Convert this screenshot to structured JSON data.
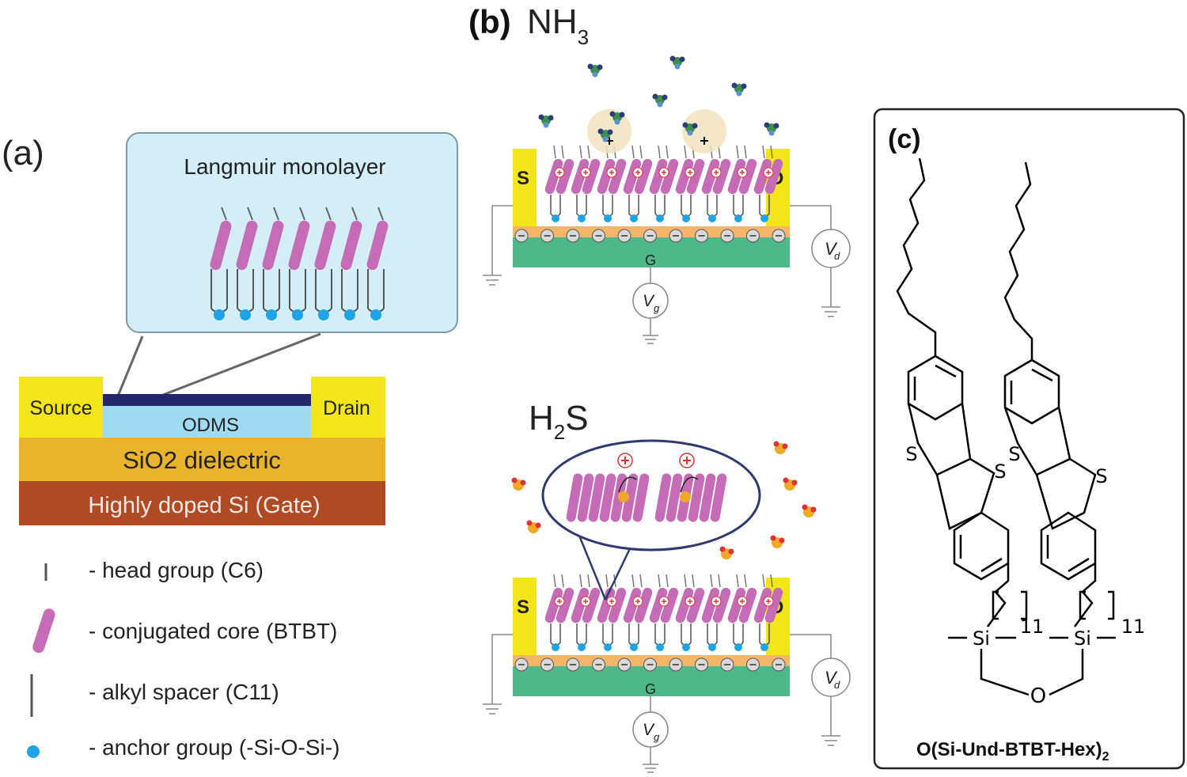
{
  "panel_a": {
    "label": "(a)",
    "inset_title": "Langmuir monolayer",
    "source": "Source",
    "drain": "Drain",
    "odms": "ODMS",
    "dielectric": "SiO2 dielectric",
    "gate": "Highly doped Si (Gate)",
    "legend": [
      {
        "text": "- head group (C6)",
        "icon": "head-group-icon"
      },
      {
        "text": "- conjugated core (BTBT)",
        "icon": "conjugated-core-icon"
      },
      {
        "text": "- alkyl spacer (C11)",
        "icon": "alkyl-spacer-icon"
      },
      {
        "text": "- anchor group (-Si-O-Si-)",
        "icon": "anchor-group-icon"
      }
    ]
  },
  "panel_b": {
    "label": "(b)",
    "gas1_main": "NH",
    "gas1_sub": "3",
    "gas2_main": "H",
    "gas2_sub": "2",
    "gas2_tail": "S",
    "s": "S",
    "d": "D",
    "g": "G",
    "vd": "V",
    "vd_sub": "d",
    "vg": "V",
    "vg_sub": "g"
  },
  "panel_c": {
    "label": "(c)",
    "s": "S",
    "si": "Si",
    "o": "O",
    "n": "11",
    "formula_main": "O(Si-Und-BTBT-Hex)",
    "formula_sub": "2"
  },
  "colors": {
    "pink": "#c66bb6",
    "yellow": "#f2e51a",
    "orange": "#e9b42b",
    "brown": "#b04a24",
    "cyan": "#9fdcf2",
    "navy": "#23276a",
    "anchor": "#1ea3e6",
    "green": "#4fb88a"
  }
}
